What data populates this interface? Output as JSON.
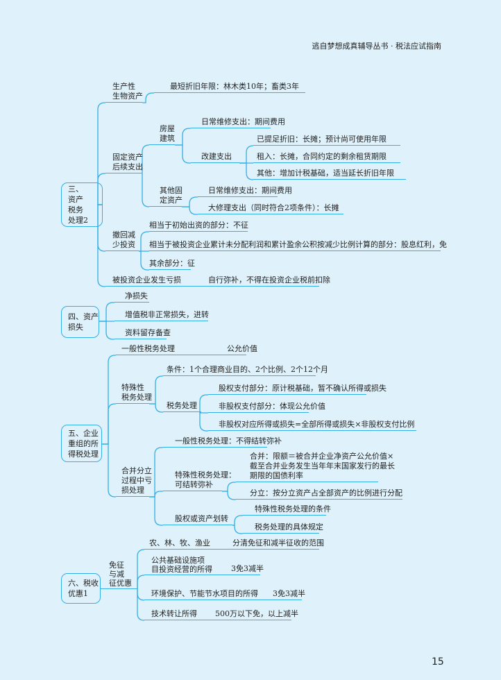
{
  "header": {
    "title": "逃自梦想成真辅导丛书 · 税法应试指南"
  },
  "page_number": "15",
  "s3": {
    "root": "三、\n资产\n税务\n处理2",
    "bio": "生产性\n生物资产",
    "bio_1": "最短折旧年限：林木类10年；畜类3年",
    "fixed": "固定资产\n后续支出",
    "house": "房屋\n建筑",
    "house_1": "日常维修支出：期间费用",
    "house_2": "改建支出",
    "rebuild_1": "已提足折旧：长摊；预计尚可使用年限",
    "rebuild_2": "租入：长摊，合同约定的剩余租赁期限",
    "rebuild_3": "其他：增加计税基础，适当延长折旧年限",
    "other": "其他固\n定资产",
    "other_1": "日常维修支出：期间费用",
    "other_2": "大修理支出（同时符合2项条件）：长摊",
    "withdraw": "撤回减\n少投资",
    "withdraw_1": "相当于初始出资的部分：不征",
    "withdraw_2": "相当于被投资企业累计未分配利润和累计盈余公积按减少比例计算的部分：股息红利，免",
    "withdraw_3": "其余部分：征",
    "loss": "被投资企业发生亏损",
    "loss_1": "自行弥补，不得在投资企业税前扣除"
  },
  "s4": {
    "root": "四、资产\n损失",
    "items": [
      "净损失",
      "增值税非正常损失，进转",
      "资料留存备查"
    ]
  },
  "s5": {
    "root": "五、企业\n重组的所\n得税处理",
    "general": "一般性税务处理",
    "general_1": "公允价值",
    "special": "特殊性\n税务处理",
    "cond": "条件：1个合理商业目的、2个比例、2个12个月",
    "treat": "税务处理",
    "treat_1": "股权支付部分：原计税基础，暂不确认所得或损失",
    "treat_2": "非股权支付部分：体现公允价值",
    "treat_3": "非股权对应所得或损失=全部所得或损失×非股权支付比例",
    "merge": "合并分立\n过程中亏\n损处理",
    "merge_1": "一般性税务处理：不得结转弥补",
    "merge_2": "特殊性税务处理：\n可结转弥补",
    "merge_2a": "合并：限额＝被合并企业净资产公允价值×\n截至合并业务发生当年年末国家发行的最长\n期限的国债利率",
    "merge_2b": "分立：按分立资产占全部资产的比例进行分配",
    "transfer": "股权或资产划转",
    "transfer_1": "特殊性税务处理的条件",
    "transfer_2": "税务处理的具体规定"
  },
  "s6": {
    "root": "六、税收\n优惠1",
    "exempt": "免征\n与减\n征优惠",
    "agri": "农、林、牧、渔业",
    "agri_1": "分清免征和减半征收的范围",
    "infra": "公共基础设施项\n目投资经营的所得",
    "infra_1": "3免3减半",
    "env": "环境保护、节能节水项目的所得",
    "env_1": "3免3减半",
    "tech": "技术转让所得",
    "tech_1": "500万以下免，以上减半"
  },
  "colors": {
    "line": "#33aee6",
    "background": "#dff1fa"
  }
}
